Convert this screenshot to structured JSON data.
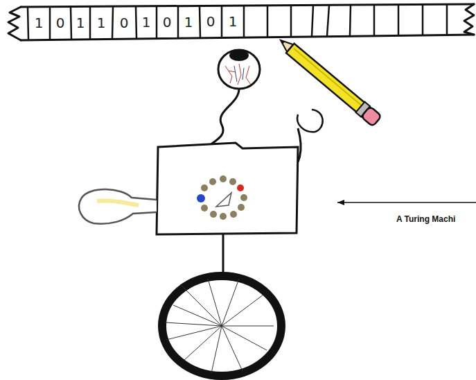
{
  "diagram": {
    "labels": [
      "1",
      "0",
      "1",
      "1",
      "0",
      "1",
      "0",
      "1",
      "0",
      "1",
      "A Turing Machi"
    ]
  }
}
